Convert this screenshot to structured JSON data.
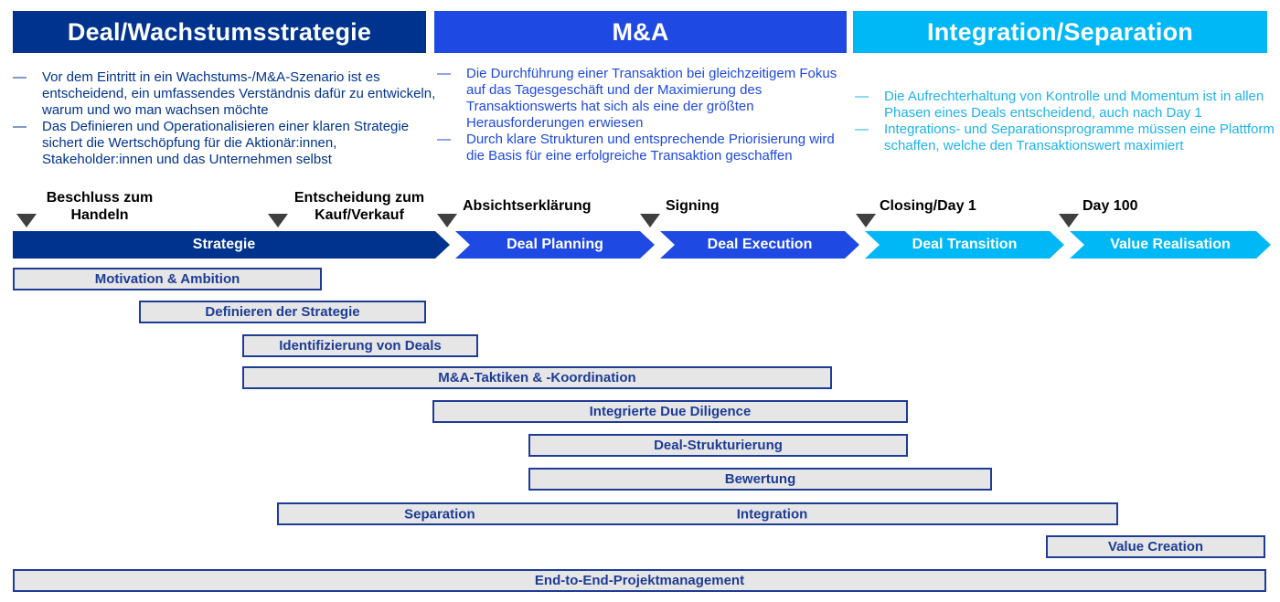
{
  "glyphs": {
    "dash": "—"
  },
  "colors": {
    "navy": "#00338d",
    "cobalt": "#1e49e2",
    "cyan": "#00b8f5",
    "cyan_text": "#1eb2ec",
    "bar_fill": "#e6e6e6",
    "bar_border": "#1e3c96",
    "marker": "#3f3f3f"
  },
  "sections": [
    {
      "title": "Deal/Wachstumsstrategie",
      "bullets": [
        "Vor dem Eintritt in ein Wachstums-/M&A-Szenario ist es entscheidend, ein umfassendes Verständnis dafür zu entwickeln, warum und wo man wachsen möchte",
        "Das Definieren und Operationalisieren einer klaren Strategie sichert die Wertschöpfung für die Aktionär:innen, Stakeholder:innen und das Unternehmen selbst"
      ]
    },
    {
      "title": "M&A",
      "bullets": [
        "Die Durchführung einer Transaktion bei gleichzeitigem Fokus auf das Tagesgeschäft und der Maximierung des Transaktionswerts hat sich als eine der größten Herausforderungen erwiesen",
        "Durch klare Strukturen und entsprechende Priorisierung wird die Basis für eine erfolgreiche Transaktion geschaffen"
      ]
    },
    {
      "title": "Integration/Separation",
      "bullets": [
        "Die Aufrechterhaltung von Kontrolle und Momentum ist in allen Phasen eines Deals entscheidend, auch nach Day 1",
        "Integrations- und Separationsprogramme müssen eine Plattform schaffen, welche den Transaktionswert maximiert"
      ]
    }
  ],
  "milestones": [
    "Beschluss zum Handeln",
    "Entscheidung zum Kauf/Verkauf",
    "Absichtserklärung",
    "Signing",
    "Closing/Day 1",
    "Day 100"
  ],
  "phases": [
    "Strategie",
    "Deal Planning",
    "Deal Execution",
    "Deal Transition",
    "Value Realisation"
  ],
  "workstreams": [
    {
      "label": "Motivation & Ambition"
    },
    {
      "label": "Definieren der Strategie"
    },
    {
      "label": "Identifizierung von Deals"
    },
    {
      "label": "M&A-Taktiken & -Koordination"
    },
    {
      "label": "Integrierte Due Diligence"
    },
    {
      "label": "Deal-Strukturierung"
    },
    {
      "label": "Bewertung"
    },
    {
      "labels": [
        "Separation",
        "Integration"
      ]
    },
    {
      "label": "Value Creation"
    },
    {
      "label": "End-to-End-Projektmanagement"
    }
  ]
}
